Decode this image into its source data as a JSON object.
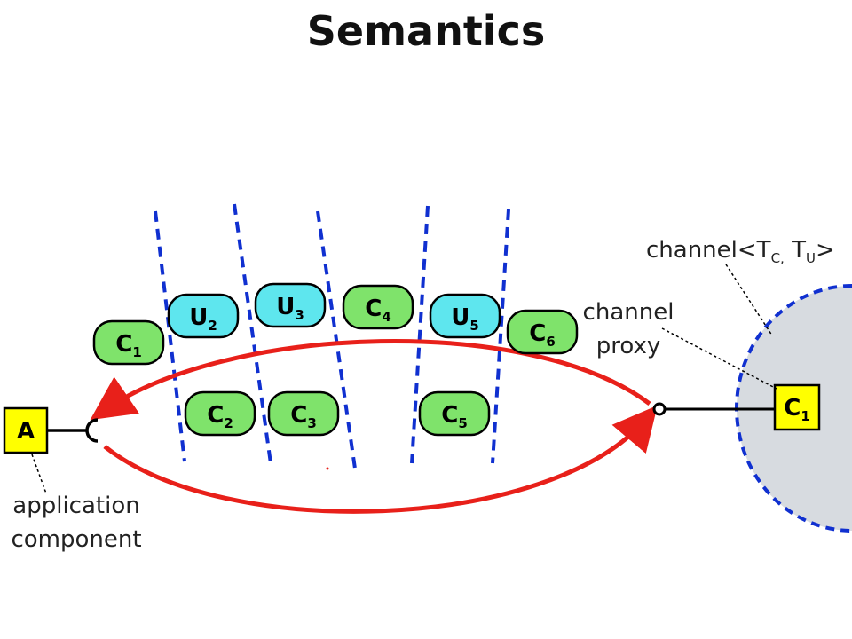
{
  "title": "Semantics",
  "nodes": [
    {
      "id": "u2",
      "letter": "U",
      "sub": "2",
      "kind": "U"
    },
    {
      "id": "u3",
      "letter": "U",
      "sub": "3",
      "kind": "U"
    },
    {
      "id": "c4",
      "letter": "C",
      "sub": "4",
      "kind": "C"
    },
    {
      "id": "u5",
      "letter": "U",
      "sub": "5",
      "kind": "U"
    },
    {
      "id": "c6",
      "letter": "C",
      "sub": "6",
      "kind": "C"
    },
    {
      "id": "c1",
      "letter": "C",
      "sub": "1",
      "kind": "C"
    },
    {
      "id": "c2",
      "letter": "C",
      "sub": "2",
      "kind": "C"
    },
    {
      "id": "c3",
      "letter": "C",
      "sub": "3",
      "kind": "C"
    },
    {
      "id": "c5",
      "letter": "C",
      "sub": "5",
      "kind": "C"
    }
  ],
  "app_component": {
    "label": "A"
  },
  "proxy_node": {
    "letter": "C",
    "sub": "1"
  },
  "labels": {
    "channel_prefix": "channel<T",
    "channel_sub_c": "C,",
    "channel_mid": " T",
    "channel_sub_u": "U",
    "channel_suffix": ">",
    "channel_proxy_line1": "channel",
    "channel_proxy_line2": "proxy",
    "application_line1": "application",
    "application_line2": "component"
  },
  "colors": {
    "c_fill": "#7fe36b",
    "u_fill": "#5ee6ee",
    "a_fill": "#ffff00",
    "arrow": "#e8201a",
    "dash": "#1030d0",
    "channel_fill": "#d7dbe0"
  }
}
